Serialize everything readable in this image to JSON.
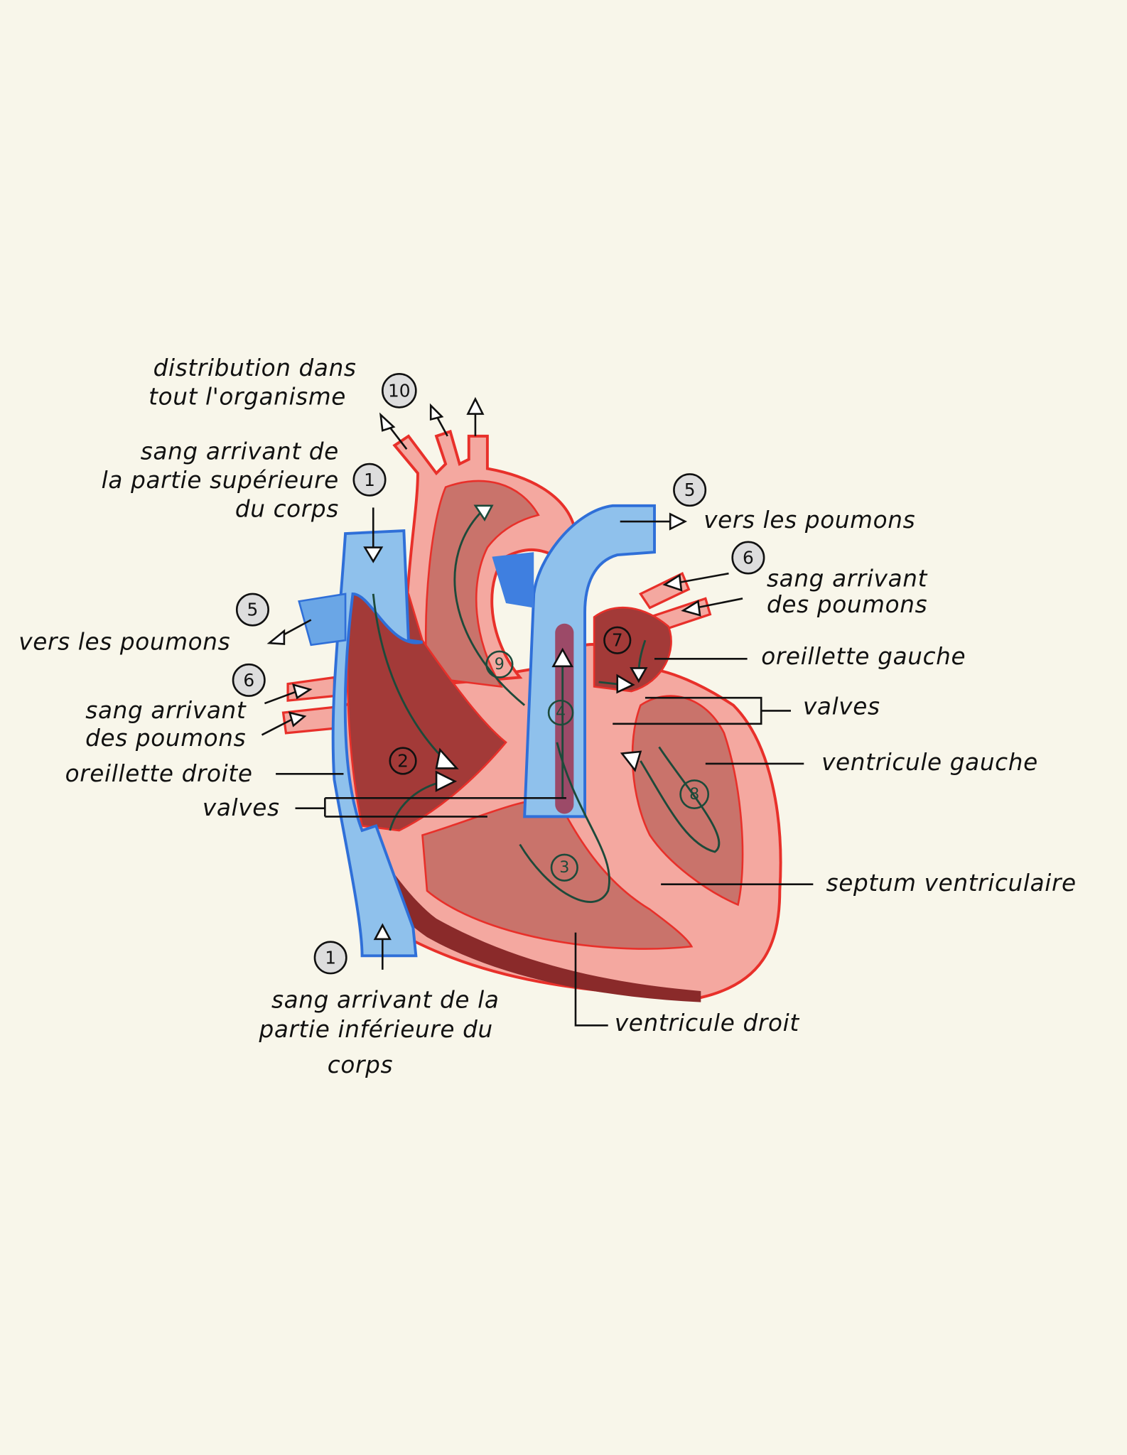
{
  "title_labels": {
    "distribution": [
      "distribution dans",
      "tout l'organisme"
    ],
    "superior": [
      "sang arrivant de",
      "la partie supérieure",
      "du corps"
    ],
    "lungs_out_left": "vers les poumons",
    "lungs_in_left": [
      "sang arrivant",
      "des poumons"
    ],
    "right_atrium": "oreillette droite",
    "valves_left": "valves",
    "inferior": [
      "sang arrivant de la",
      "partie inférieure du",
      "corps"
    ],
    "lungs_out_right": "vers les poumons",
    "lungs_in_right": [
      "sang arrivant",
      "des poumons"
    ],
    "left_atrium": "oreillette gauche",
    "valves_right": "valves",
    "left_ventricle": "ventricule gauche",
    "septum": "septum ventriculaire",
    "right_ventricle": "ventricule droit"
  },
  "step_numbers": {
    "n10": "10",
    "n1_top": "1",
    "n5_left": "5",
    "n6_left": "6",
    "n1_bottom": "1",
    "n5_right": "5",
    "n6_right": "6",
    "n2": "2",
    "n3": "3",
    "n4": "4",
    "n7": "7",
    "n8": "8",
    "n9": "9"
  },
  "colors": {
    "background": "#f8f6ea",
    "oxygenated_light": "#f4a8a0",
    "oxygenated_mid": "#c9736b",
    "oxygenated_dark": "#a33a38",
    "artery_outline": "#e8302a",
    "vein_fill": "#8fc1ec",
    "vein_outline": "#2f6fd8",
    "flow_arrow": "#1d4a3a"
  }
}
